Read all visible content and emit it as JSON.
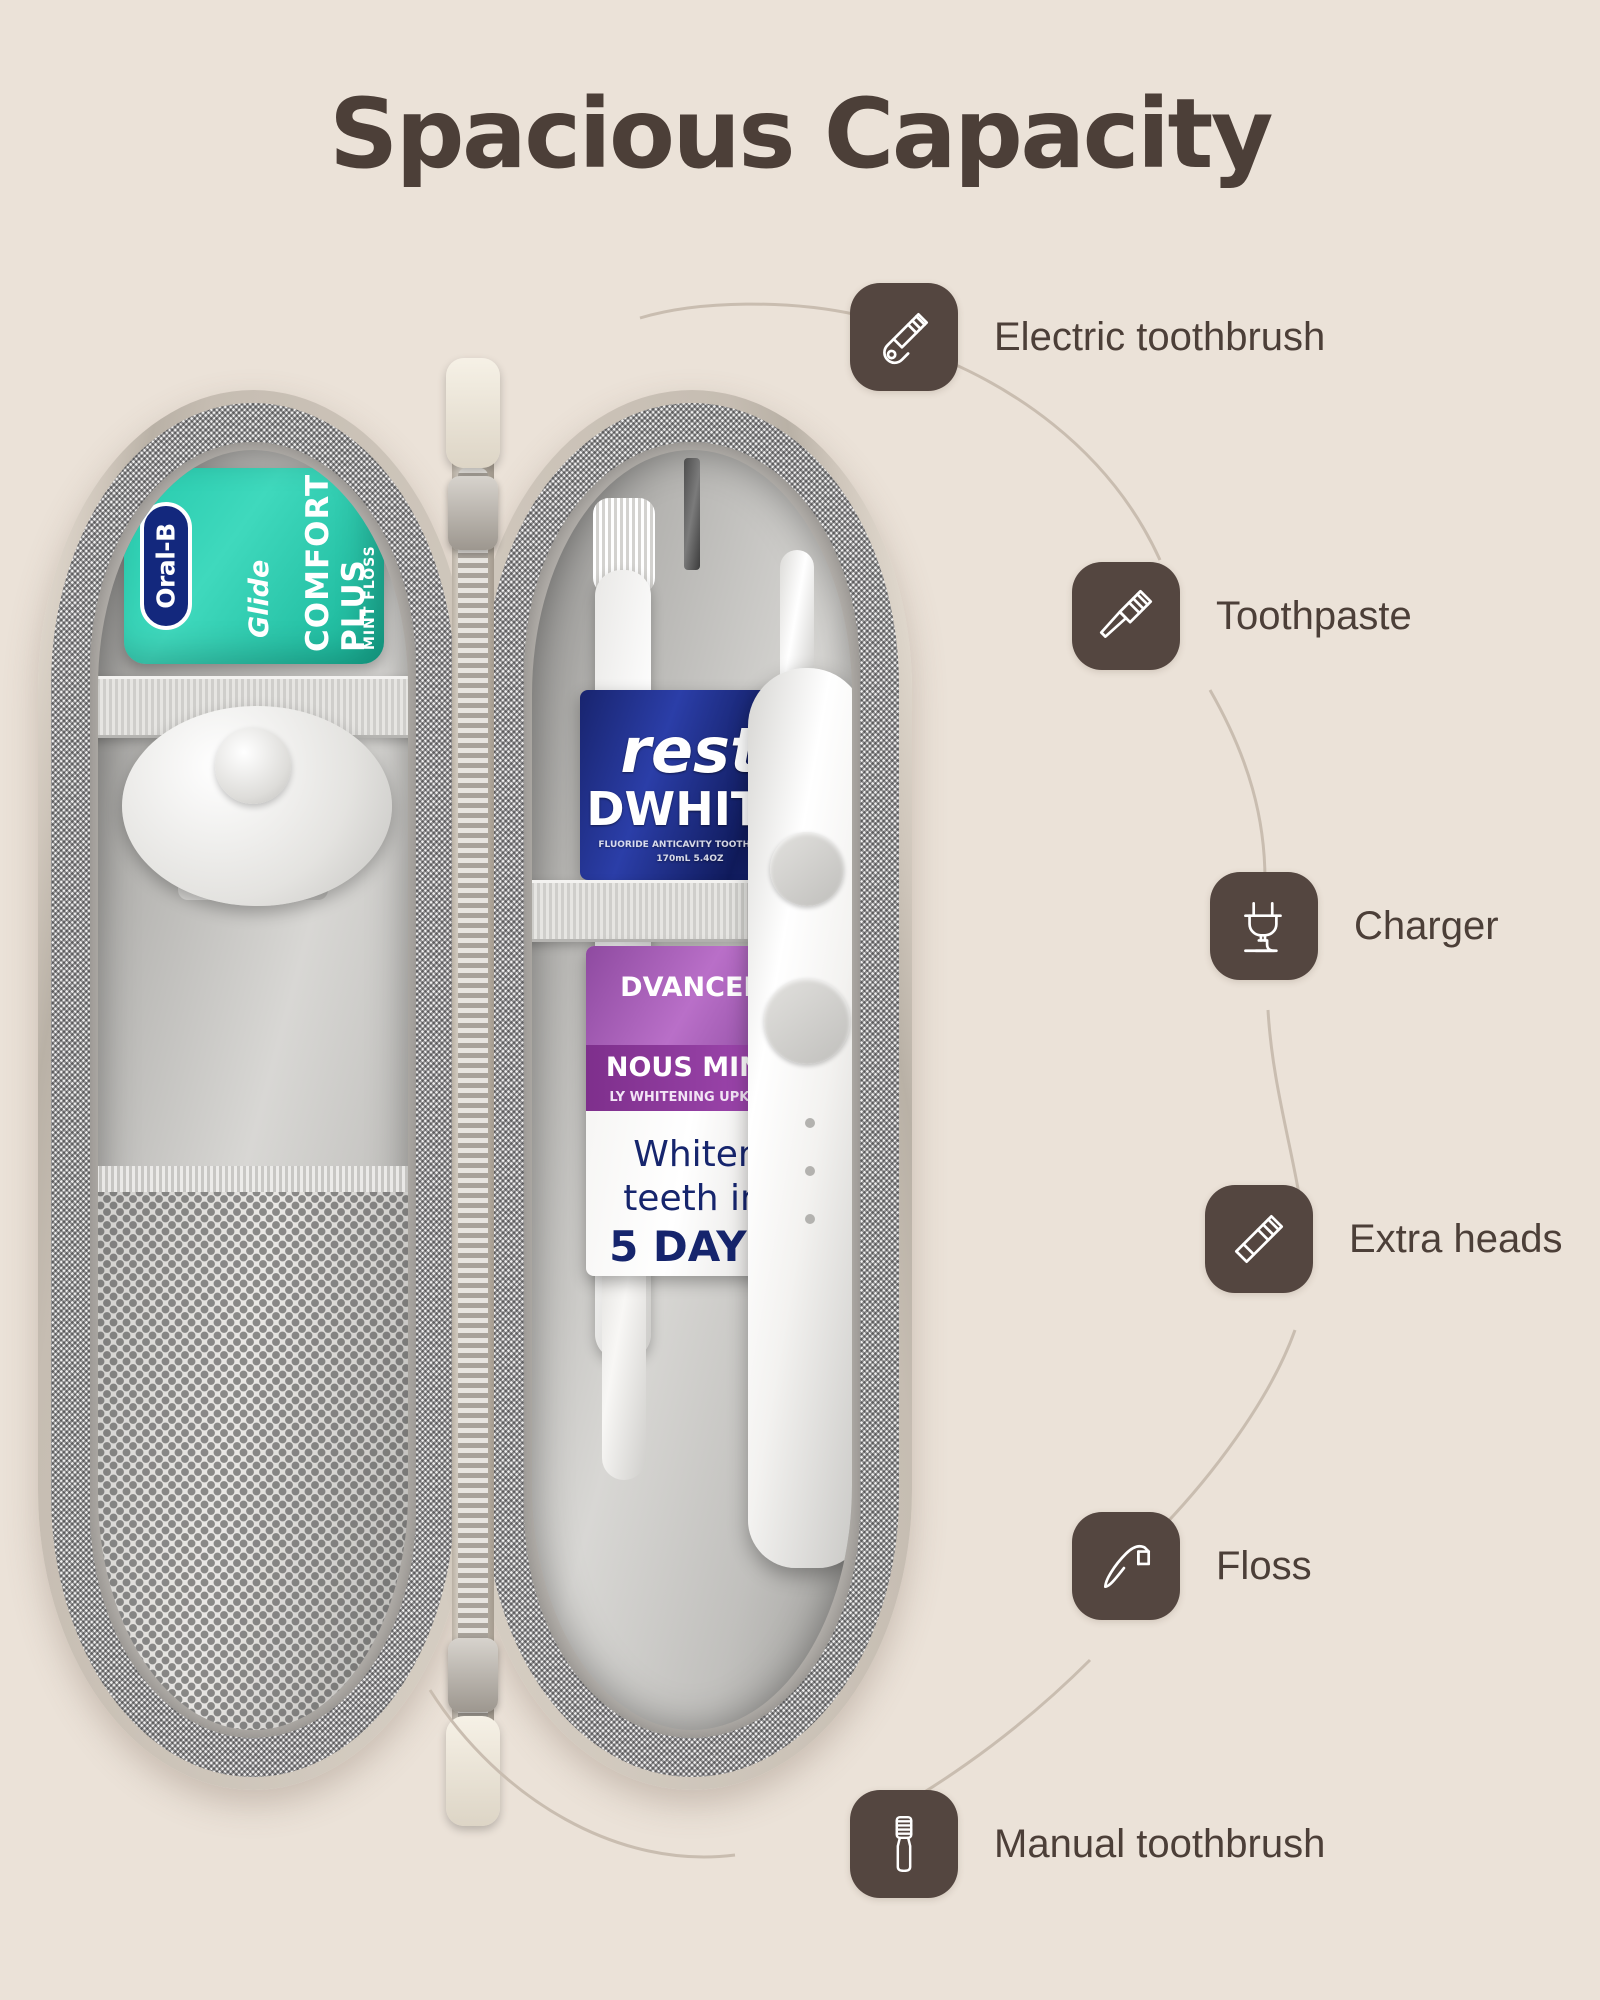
{
  "page": {
    "title": "Spacious Capacity",
    "background_color": "#EBE2D8",
    "accent_color": "#544640",
    "text_color": "#4C3F38"
  },
  "callouts": [
    {
      "id": "electric-toothbrush",
      "label": "Electric toothbrush",
      "icon": "electric-toothbrush-icon"
    },
    {
      "id": "toothpaste",
      "label": "Toothpaste",
      "icon": "toothbrush-icon"
    },
    {
      "id": "charger",
      "label": "Charger",
      "icon": "power-plug-icon"
    },
    {
      "id": "extra-heads",
      "label": "Extra heads",
      "icon": "brush-head-icon"
    },
    {
      "id": "floss",
      "label": "Floss",
      "icon": "floss-pick-icon"
    },
    {
      "id": "manual-toothbrush",
      "label": "Manual toothbrush",
      "icon": "manual-toothbrush-icon"
    }
  ],
  "product_photo": {
    "description": "Open oval travel case with grey woven fabric shell, centre zipper and two compartments",
    "floss_box": {
      "brand": "Oral-B",
      "sub_brand": "Glide",
      "line1": "COMFORT",
      "line2": "PLUS",
      "variant": "MINT FLOSS",
      "color": "#25C9AC"
    },
    "toothpaste_blue": {
      "brand": "rest",
      "variant": "DWHITE",
      "fine_print_1": "FLUORIDE ANTICAVITY TOOTHPASTE",
      "fine_print_2": "170mL  5.4OZ",
      "color": "#18246E"
    },
    "toothpaste_purple": {
      "line1": "DVANCED",
      "line2": "NOUS MINT",
      "line3": "LY WHITENING UPKEEP",
      "claim1": "Whiter",
      "claim2": "teeth in",
      "claim3": "5 DAYS",
      "color": "#8E4AA0"
    }
  }
}
